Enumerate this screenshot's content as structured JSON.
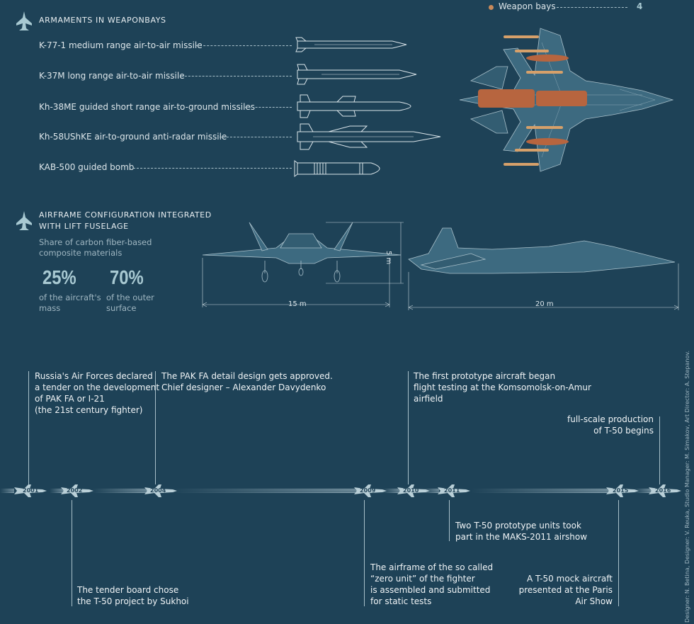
{
  "legend": {
    "label": "Weapon bays",
    "value": "4"
  },
  "armaments": {
    "title": "ARMAMENTS IN WEAPONBAYS",
    "items": [
      {
        "label": "K-77-1 medium range air-to-air missile"
      },
      {
        "label": "K-37M long range air-to-air missile"
      },
      {
        "label": "Kh-38ME guided short range air-to-ground missiles"
      },
      {
        "label": "Kh-58UShKE air-to-ground anti-radar missile"
      },
      {
        "label": "KAB-500 guided bomb"
      }
    ]
  },
  "airframe": {
    "title_line1": "AIRFRAME CONFIGURATION INTEGRATED",
    "title_line2": "WITH LIFT FUSELAGE",
    "share_line1": "Share of carbon fiber-based",
    "share_line2": "composite materials",
    "stat1": {
      "value": "25%",
      "line1": "of the aircraft's",
      "line2": "mass"
    },
    "stat2": {
      "value": "70%",
      "line1": "of the outer",
      "line2": "surface"
    },
    "dims": {
      "width": "15 m",
      "length": "20 m",
      "height": "5 m"
    }
  },
  "timeline": {
    "years": [
      "2001",
      "2002",
      "2004",
      "2009",
      "2010",
      "2011",
      "2015",
      "2016"
    ],
    "events": {
      "e2001": [
        "Russia's Air Forces declared",
        "a tender on the development",
        "of PAK FA or I-21",
        "(the 21st century fighter)"
      ],
      "e2002": [
        "The tender board chose",
        "the T-50 project by Sukhoi"
      ],
      "e2004": [
        "The PAK FA detail design gets approved.",
        "Chief designer – Alexander Davydenko"
      ],
      "e2009": [
        "The airframe of the so called",
        "“zero unit” of the fighter",
        "is assembled and submitted",
        "for static tests"
      ],
      "e2010": [
        "The first prototype aircraft began",
        "flight testing at the Komsomolsk-on-Amur",
        "airfield"
      ],
      "e2011": [
        "Two T-50 prototype units took",
        "part in the MAKS-2011 airshow"
      ],
      "e2015": [
        "A T-50 mock aircraft",
        "presented at the Paris",
        "Air Show"
      ],
      "e2016": [
        "full-scale production",
        "of T-50 begins"
      ]
    }
  },
  "credits": "Designer: N. Betina, Designer: V. Reuka, Studio Manager: M. Simakov, Art Director: A. Stepanov.",
  "colors": {
    "background": "#1e4257",
    "accent": "#c98a5a",
    "line": "#a9c0ca",
    "plane": "#3d6a80"
  }
}
